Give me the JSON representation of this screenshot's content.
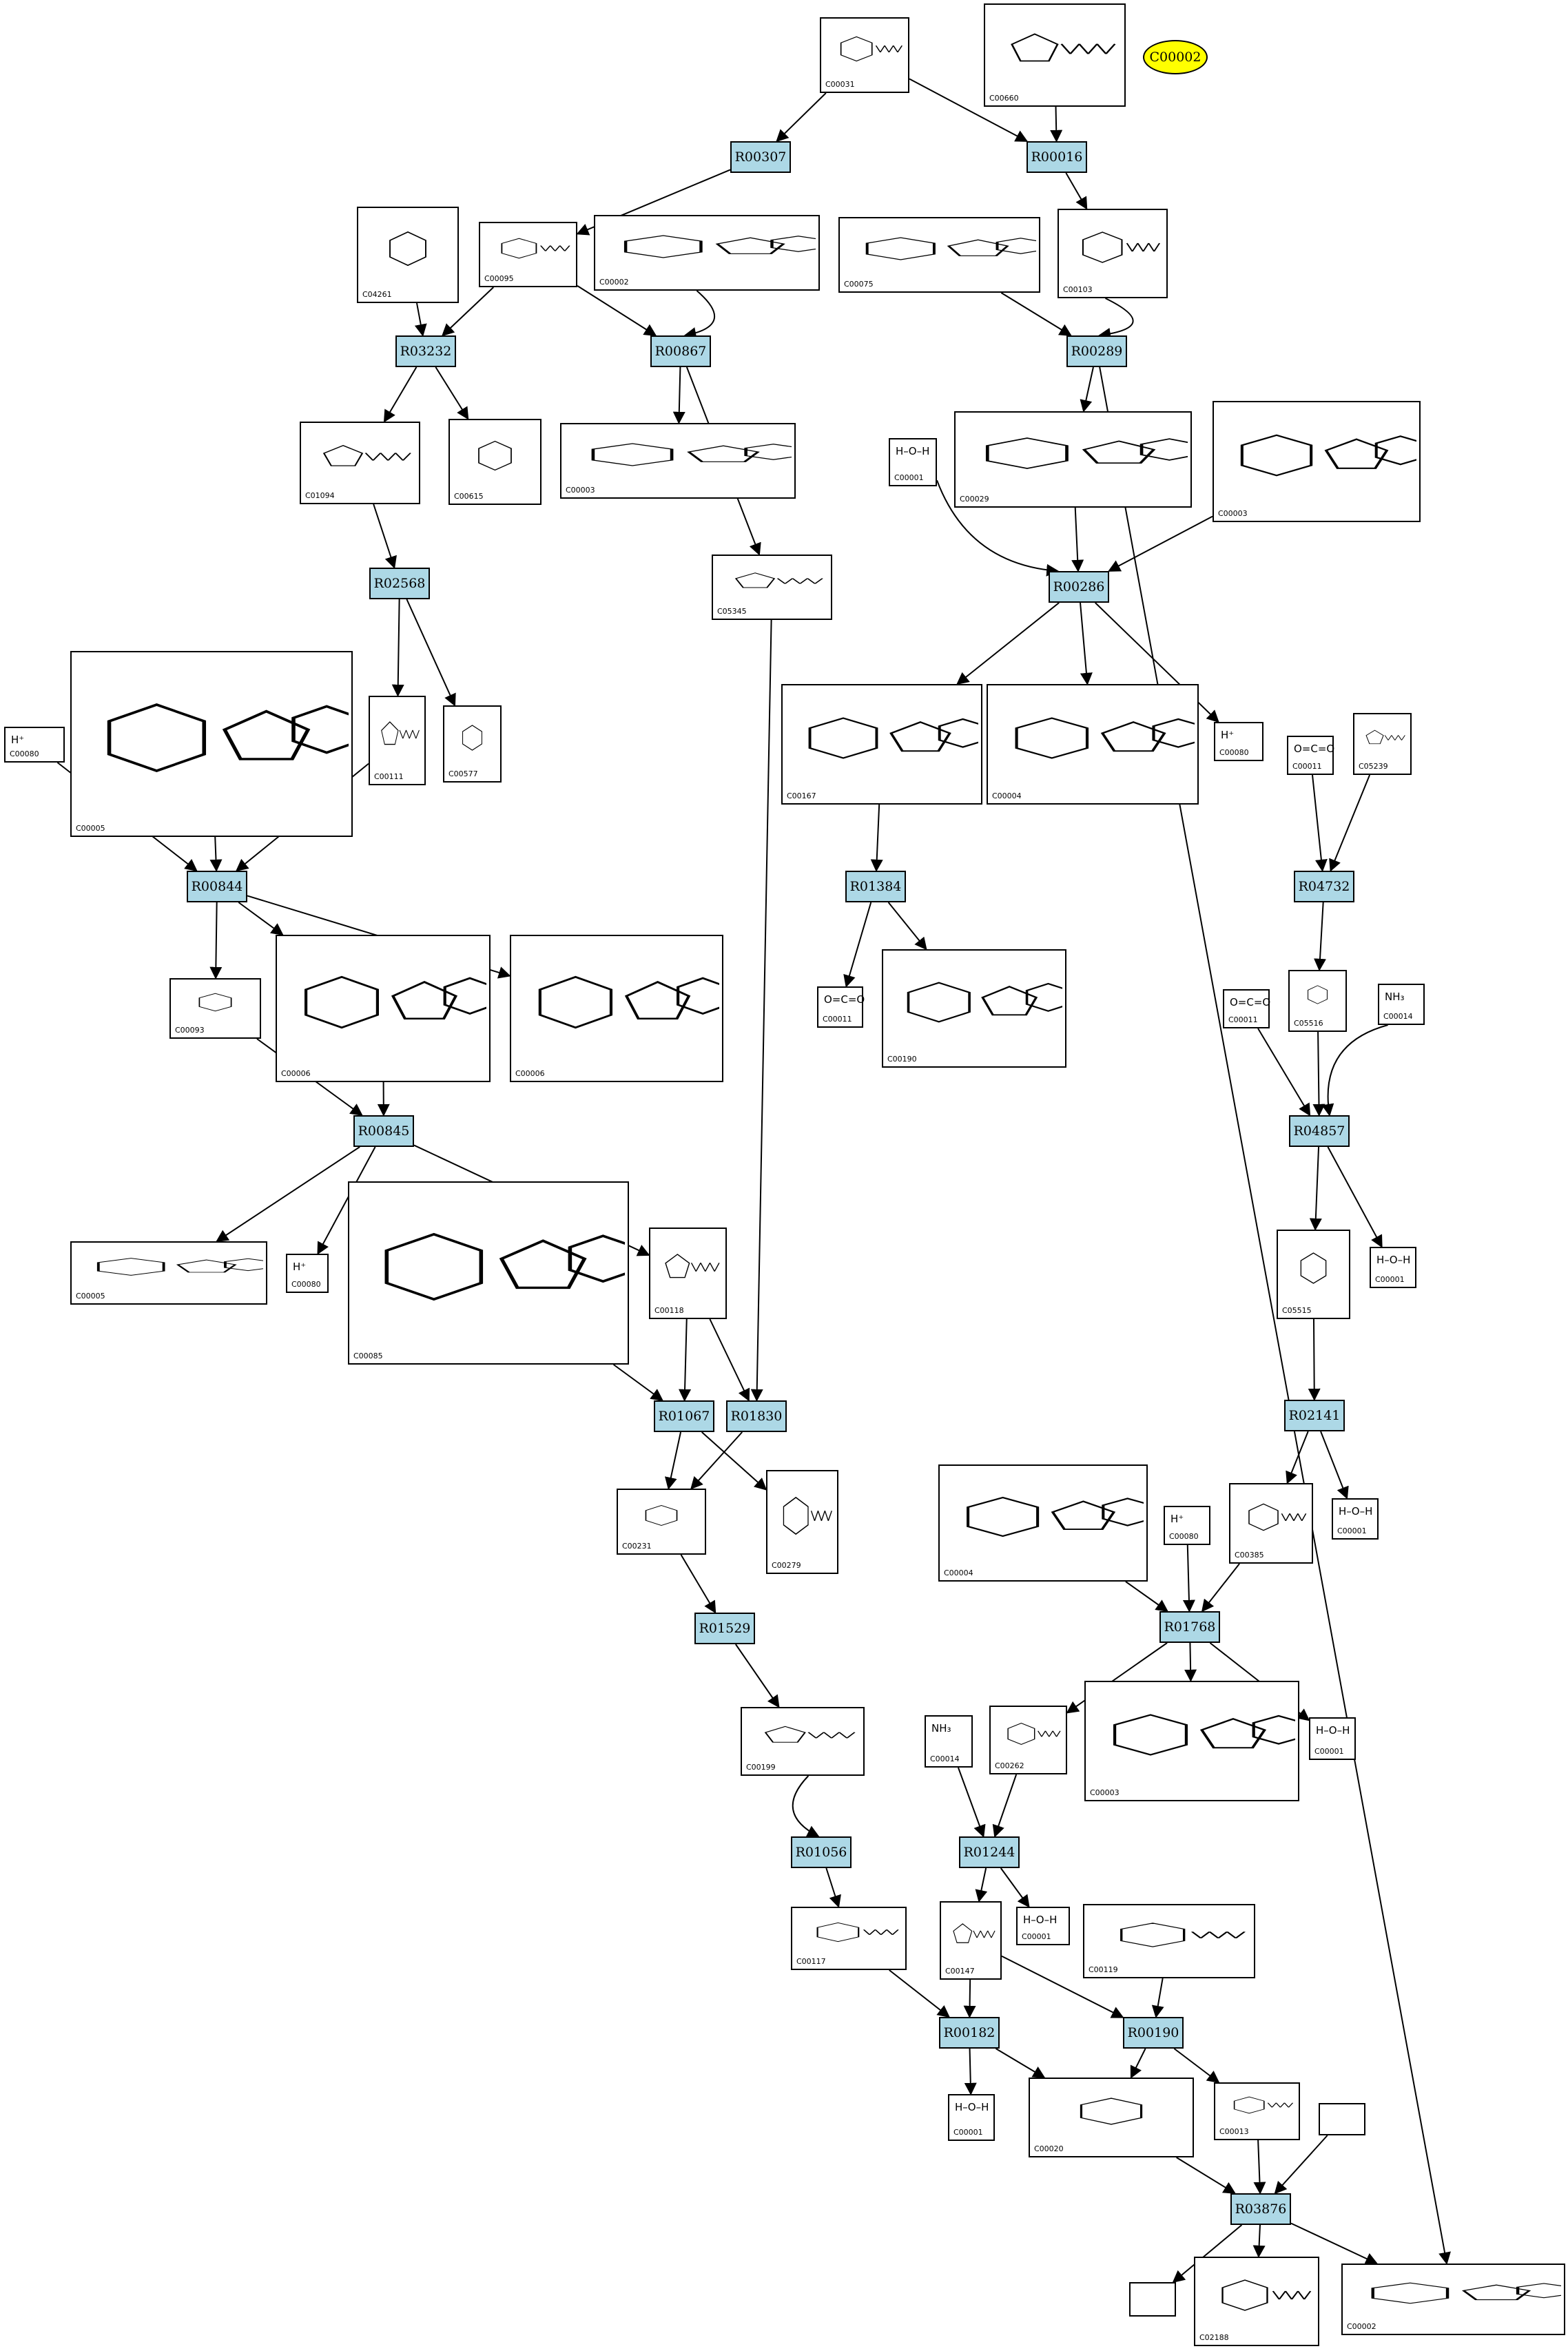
{
  "colors": {
    "reaction_fill": "#add8e6",
    "highlight_fill": "#ffff00",
    "edge": "#000000"
  },
  "highlight_node": {
    "label": "C00002"
  },
  "reactions": [
    {
      "id": "R00307"
    },
    {
      "id": "R00016"
    },
    {
      "id": "R03232"
    },
    {
      "id": "R00867"
    },
    {
      "id": "R00289"
    },
    {
      "id": "R02568"
    },
    {
      "id": "R00286"
    },
    {
      "id": "R00844"
    },
    {
      "id": "R01384"
    },
    {
      "id": "R04732"
    },
    {
      "id": "R00845"
    },
    {
      "id": "R04857"
    },
    {
      "id": "R02141"
    },
    {
      "id": "R01067"
    },
    {
      "id": "R01830"
    },
    {
      "id": "R01768"
    },
    {
      "id": "R01529"
    },
    {
      "id": "R01056"
    },
    {
      "id": "R01244"
    },
    {
      "id": "R00182"
    },
    {
      "id": "R00190"
    },
    {
      "id": "R03876"
    }
  ],
  "compounds": [
    {
      "id": "C00031",
      "formula": ""
    },
    {
      "id": "C00660",
      "formula": ""
    },
    {
      "id": "C04261",
      "formula": ""
    },
    {
      "id": "C00095",
      "formula": ""
    },
    {
      "id": "C00002",
      "formula": ""
    },
    {
      "id": "C00075",
      "formula": ""
    },
    {
      "id": "C00103",
      "formula": ""
    },
    {
      "id": "C01094",
      "formula": ""
    },
    {
      "id": "C00615",
      "formula": ""
    },
    {
      "id": "C00003",
      "formula": ""
    },
    {
      "id": "C00001",
      "formula": "H–O–H"
    },
    {
      "id": "C00029",
      "formula": ""
    },
    {
      "id": "C00003",
      "formula": ""
    },
    {
      "id": "C05345",
      "formula": ""
    },
    {
      "id": "C00005",
      "formula": ""
    },
    {
      "id": "C00080",
      "formula": "H⁺"
    },
    {
      "id": "C00111",
      "formula": ""
    },
    {
      "id": "C00577",
      "formula": ""
    },
    {
      "id": "C00167",
      "formula": ""
    },
    {
      "id": "C00004",
      "formula": ""
    },
    {
      "id": "C00080",
      "formula": "H⁺"
    },
    {
      "id": "C00011",
      "formula": "O=C=O"
    },
    {
      "id": "C05239",
      "formula": ""
    },
    {
      "id": "C00093",
      "formula": ""
    },
    {
      "id": "C00006",
      "formula": ""
    },
    {
      "id": "C00006",
      "formula": ""
    },
    {
      "id": "C00011",
      "formula": "O=C=O"
    },
    {
      "id": "C00190",
      "formula": ""
    },
    {
      "id": "C00011",
      "formula": "O=C=O"
    },
    {
      "id": "C05516",
      "formula": ""
    },
    {
      "id": "C00014",
      "formula": "NH₃"
    },
    {
      "id": "C00005",
      "formula": ""
    },
    {
      "id": "C00085",
      "formula": ""
    },
    {
      "id": "C00080",
      "formula": "H⁺"
    },
    {
      "id": "C00118",
      "formula": ""
    },
    {
      "id": "C05515",
      "formula": ""
    },
    {
      "id": "C00001",
      "formula": "H–O–H"
    },
    {
      "id": "C00004",
      "formula": ""
    },
    {
      "id": "C00080",
      "formula": "H⁺"
    },
    {
      "id": "C00385",
      "formula": ""
    },
    {
      "id": "C00001",
      "formula": "H–O–H"
    },
    {
      "id": "C00231",
      "formula": ""
    },
    {
      "id": "C00279",
      "formula": ""
    },
    {
      "id": "C00199",
      "formula": ""
    },
    {
      "id": "C00014",
      "formula": "NH₃"
    },
    {
      "id": "C00262",
      "formula": ""
    },
    {
      "id": "C00003",
      "formula": ""
    },
    {
      "id": "C00001",
      "formula": "H–O–H"
    },
    {
      "id": "C00117",
      "formula": ""
    },
    {
      "id": "C00147",
      "formula": ""
    },
    {
      "id": "C00001",
      "formula": "H–O–H"
    },
    {
      "id": "C00119",
      "formula": ""
    },
    {
      "id": "C00001",
      "formula": "H–O–H"
    },
    {
      "id": "C00020",
      "formula": ""
    },
    {
      "id": "C00013",
      "formula": ""
    },
    {
      "id": "",
      "formula": ""
    },
    {
      "id": "",
      "formula": ""
    },
    {
      "id": "C02188",
      "formula": ""
    },
    {
      "id": "C00002",
      "formula": ""
    }
  ]
}
